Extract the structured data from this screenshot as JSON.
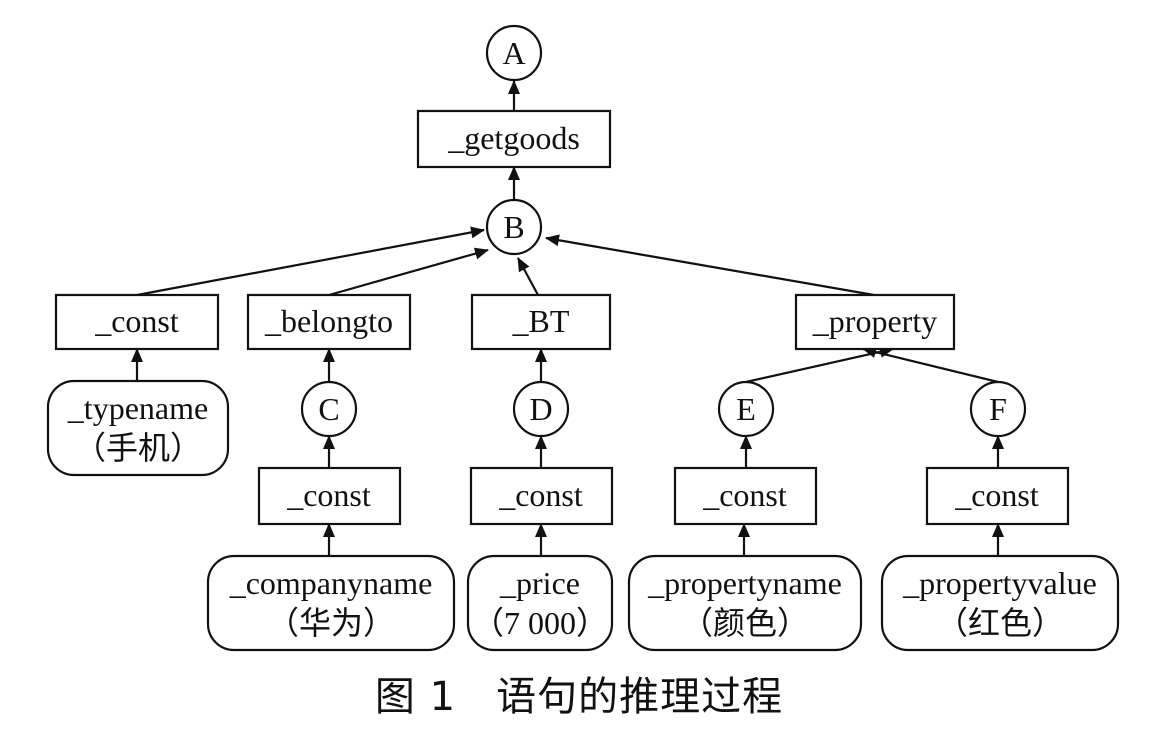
{
  "circles": {
    "A": "A",
    "B": "B",
    "C": "C",
    "D": "D",
    "E": "E",
    "F": "F"
  },
  "boxes": {
    "getgoods": "_getgoods",
    "const_top": "_const",
    "belongto": "_belongto",
    "bt": "_BT",
    "property": "_property",
    "const_c": "_const",
    "const_d": "_const",
    "const_e": "_const",
    "const_f": "_const"
  },
  "leaves": {
    "typename": {
      "name": "_typename",
      "value": "（手机）"
    },
    "companyname": {
      "name": "_companyname",
      "value": "（华为）"
    },
    "price": {
      "name": "_price",
      "value": "（7 000）"
    },
    "propertyname": {
      "name": "_propertyname",
      "value": "（颜色）"
    },
    "propertyvalue": {
      "name": "_propertyvalue",
      "value": "（红色）"
    }
  },
  "caption": {
    "figure": "图 1",
    "title": "语句的推理过程"
  }
}
